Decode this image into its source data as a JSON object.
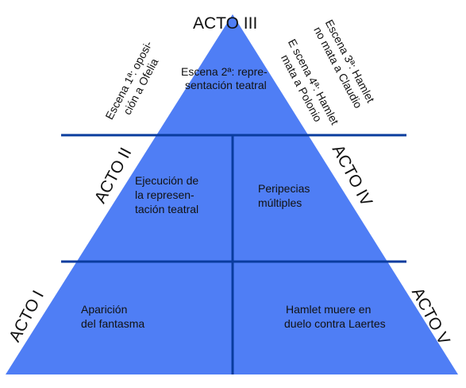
{
  "acts": {
    "act1": "ACTO I",
    "act2": "ACTO II",
    "act3": "ACTO III",
    "act4": "ACTO IV",
    "act5": "ACTO V"
  },
  "scenes": {
    "escena1_line1": "Escena 1ª: oposi-",
    "escena1_line2": "ción a Ofelia",
    "escena2_line1": "Escena 2ª: repre-",
    "escena2_line2": "sentación teatral",
    "escena3_line1": "Escena 3ª: Hamlet",
    "escena3_line2": "no mata a Claudio",
    "escena4_line1": "E scena 4ª: Hamlet",
    "escena4_line2": "mata a Polonio"
  },
  "blocks": {
    "b2_left_1": "Ejecución de",
    "b2_left_2": "la represen-",
    "b2_left_3": "tación teatral",
    "b4_right_1": "Peripecias",
    "b4_right_2": "múltiples",
    "b1_left_1": "Aparición",
    "b1_left_2": "del fantasma",
    "b5_right_1": "Hamlet muere en",
    "b5_right_2": "duelo contra Laertes"
  },
  "colors": {
    "fill": "#4f7ef5",
    "line": "#0a3c9e"
  }
}
